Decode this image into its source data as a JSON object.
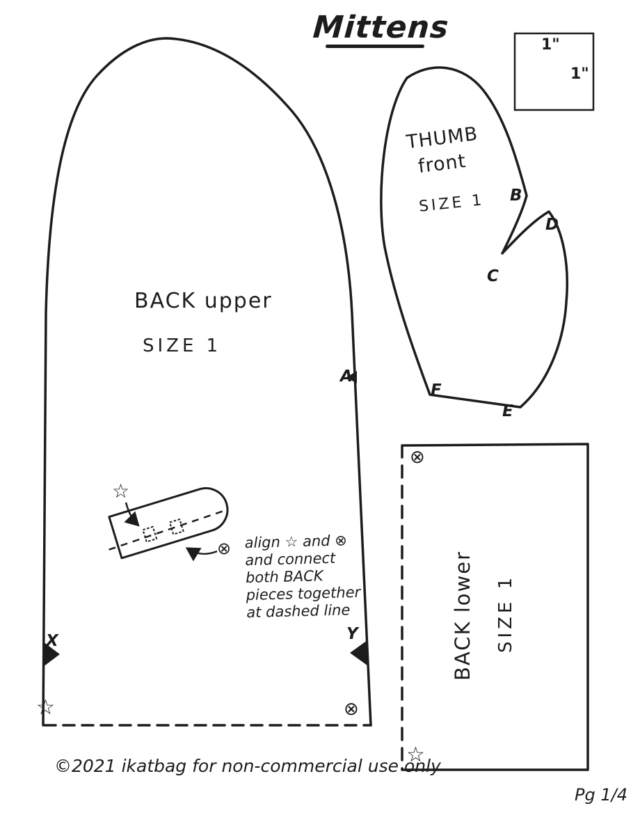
{
  "page": {
    "title": "Mittens",
    "page_number": "Pg 1/4",
    "copyright": "©2021 ikatbag for non-commercial use only",
    "ink_color": "#1c1c1c",
    "paper_color": "#ffffff"
  },
  "scale_square": {
    "width_label": "1\"",
    "height_label": "1\""
  },
  "back_upper_piece": {
    "label": "BACK upper",
    "size": "SIZE 1",
    "notch_a": "A",
    "notch_x": "X",
    "notch_y": "Y",
    "star_marker": "☆",
    "circle_x_marker": "⊗",
    "tab_star_marker": "☆",
    "tab_circle_x_marker": "⊗",
    "note_lines": [
      "align ☆ and ⊗",
      "and connect",
      "both BACK",
      "pieces together",
      "at dashed line"
    ]
  },
  "thumb_piece": {
    "label_line1": "THUMB",
    "label_line2": "front",
    "size": "SIZE 1",
    "point_b": "B",
    "point_c": "C",
    "point_d": "D",
    "point_e": "E",
    "point_f": "F"
  },
  "back_lower_piece": {
    "label": "BACK lower",
    "size": "SIZE 1",
    "circle_x_marker": "⊗",
    "star_marker": "☆"
  }
}
